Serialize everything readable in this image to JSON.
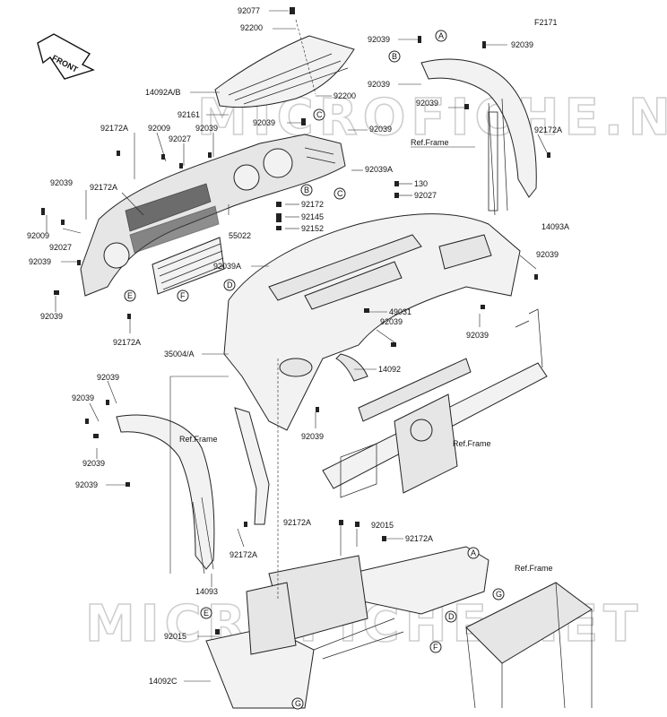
{
  "figure_code": "F2171",
  "front_arrow": {
    "label": "FRONT"
  },
  "watermark": "MICROFICHE.NET",
  "ref_frame_label": "Ref.Frame",
  "labels": [
    {
      "id": "l92077",
      "text": "92077"
    },
    {
      "id": "l92200a",
      "text": "92200"
    },
    {
      "id": "l14092ab",
      "text": "14092A/B"
    },
    {
      "id": "l92200b",
      "text": "92200"
    },
    {
      "id": "l92161",
      "text": "92161"
    },
    {
      "id": "l92039a",
      "text": "92039"
    },
    {
      "id": "l92039b",
      "text": "92039"
    },
    {
      "id": "l92172Aa",
      "text": "92172A"
    },
    {
      "id": "l92009a",
      "text": "92009"
    },
    {
      "id": "l92027a",
      "text": "92027"
    },
    {
      "id": "l92039c",
      "text": "92039"
    },
    {
      "id": "l92039top",
      "text": "92039"
    },
    {
      "id": "l92039tr",
      "text": "92039"
    },
    {
      "id": "l92039B",
      "text": "92039"
    },
    {
      "id": "l92039mid",
      "text": "92039"
    },
    {
      "id": "l92172Ar",
      "text": "92172A"
    },
    {
      "id": "l14093A",
      "text": "14093A"
    },
    {
      "id": "l92039A",
      "text": "92039A"
    },
    {
      "id": "l130",
      "text": "130"
    },
    {
      "id": "l92027b",
      "text": "92027"
    },
    {
      "id": "l92039d",
      "text": "92039"
    },
    {
      "id": "l92172Ab",
      "text": "92172A"
    },
    {
      "id": "l92009b",
      "text": "92009"
    },
    {
      "id": "l92027c",
      "text": "92027"
    },
    {
      "id": "l92039e",
      "text": "92039"
    },
    {
      "id": "l55022",
      "text": "55022"
    },
    {
      "id": "l92172",
      "text": "92172"
    },
    {
      "id": "l92145",
      "text": "92145"
    },
    {
      "id": "l92152",
      "text": "92152"
    },
    {
      "id": "l92039Ab",
      "text": "92039A"
    },
    {
      "id": "l92039f",
      "text": "92039"
    },
    {
      "id": "l92039g",
      "text": "92039"
    },
    {
      "id": "l92172Ac",
      "text": "92172A"
    },
    {
      "id": "l49031",
      "text": "49031"
    },
    {
      "id": "l92039h",
      "text": "92039"
    },
    {
      "id": "l92039i",
      "text": "92039"
    },
    {
      "id": "l35004",
      "text": "35004/A"
    },
    {
      "id": "l14092",
      "text": "14092"
    },
    {
      "id": "l92039j",
      "text": "92039"
    },
    {
      "id": "l92039k",
      "text": "92039"
    },
    {
      "id": "l92039l",
      "text": "92039"
    },
    {
      "id": "l92039m",
      "text": "92039"
    },
    {
      "id": "l92039n",
      "text": "92039"
    },
    {
      "id": "l92172Ad",
      "text": "92172A"
    },
    {
      "id": "l14093",
      "text": "14093"
    },
    {
      "id": "l92172Ae",
      "text": "92172A"
    },
    {
      "id": "l92015a",
      "text": "92015"
    },
    {
      "id": "l92172Af",
      "text": "92172A"
    },
    {
      "id": "l92015b",
      "text": "92015"
    },
    {
      "id": "l14092C",
      "text": "14092C"
    }
  ],
  "callouts": [
    "A",
    "B",
    "C",
    "D",
    "E",
    "F",
    "G"
  ]
}
